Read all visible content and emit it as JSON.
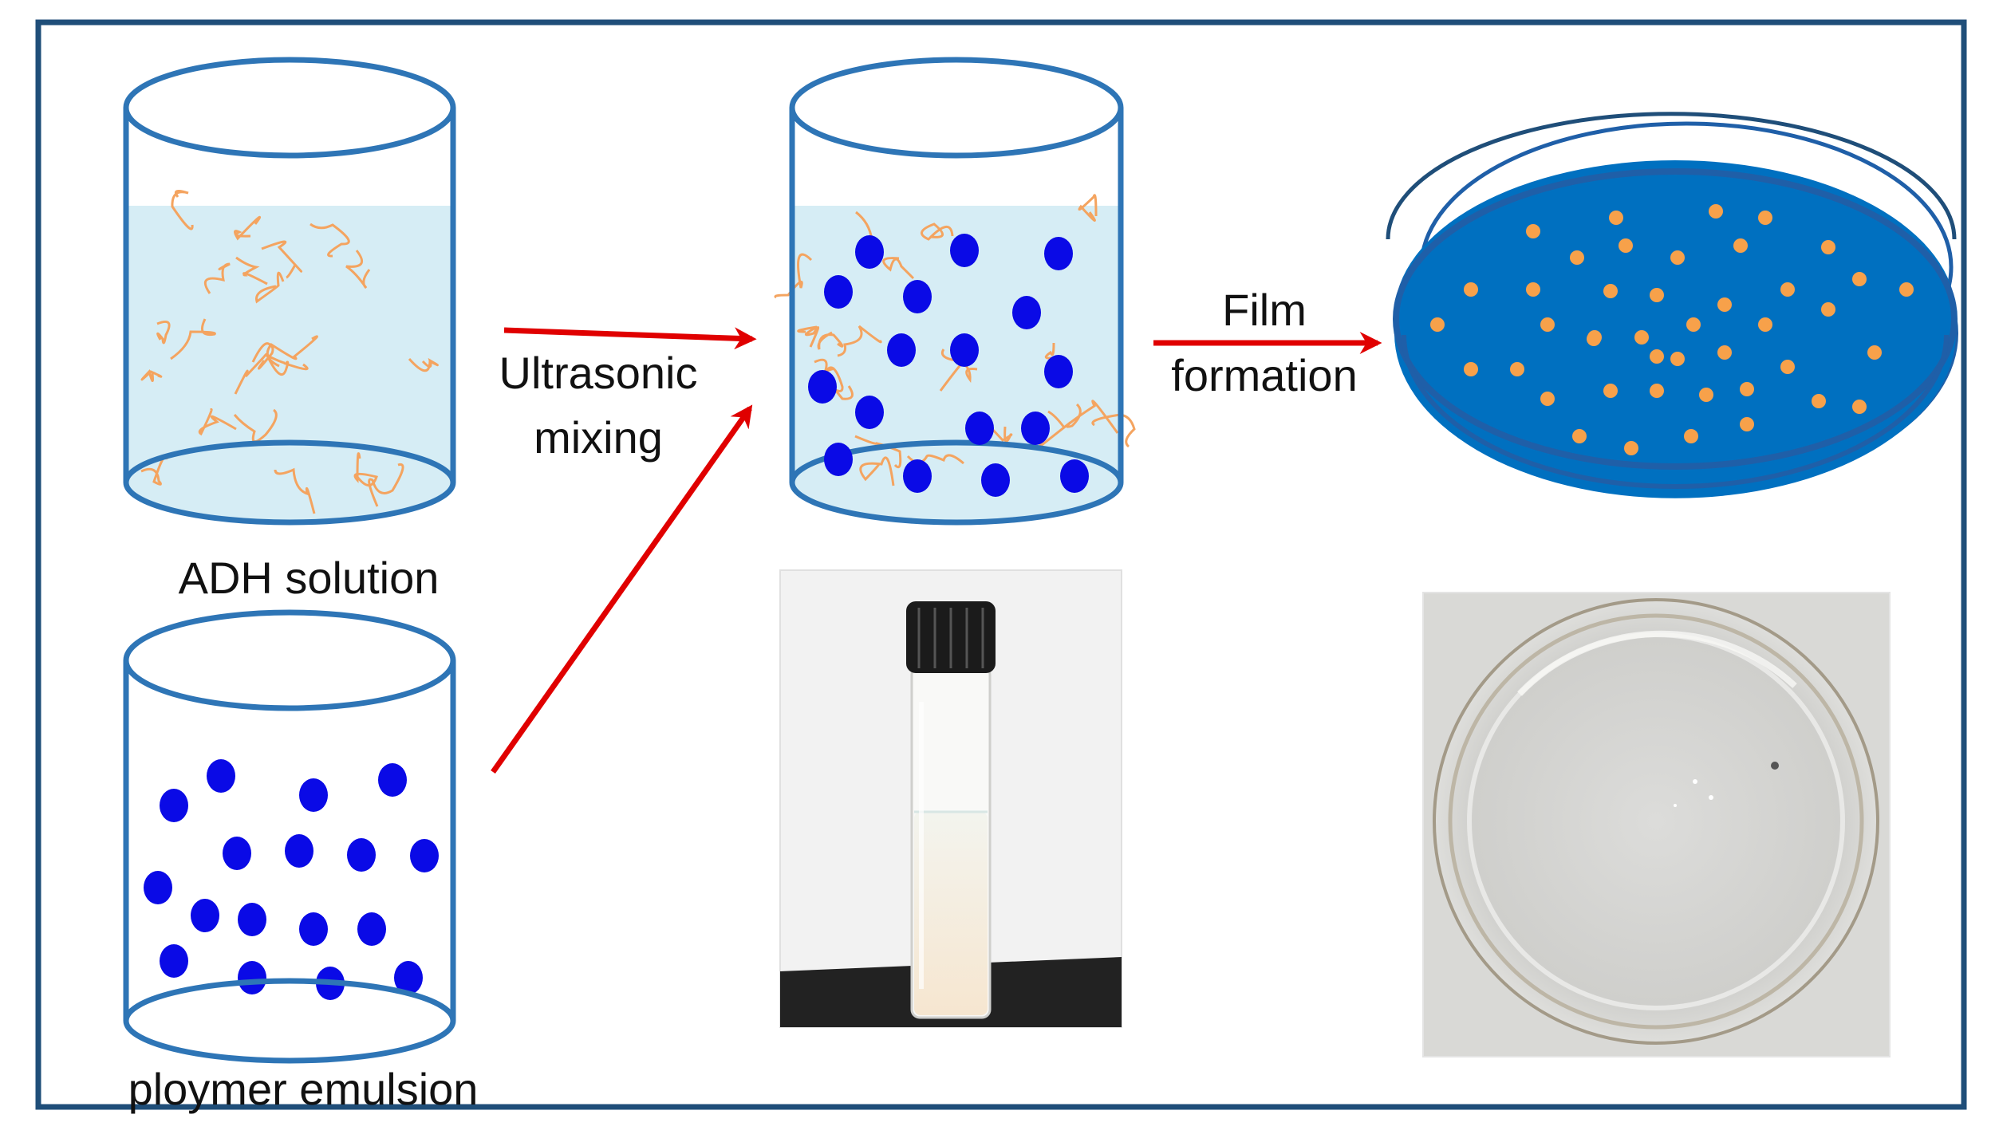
{
  "colors": {
    "frame": "#1f4e79",
    "beaker_outline": "#2e75b6",
    "solution_fill": "#d6edf5",
    "chain": "#f4a460",
    "particle": "#0a0ae6",
    "arrow": "#e00000",
    "dish_fill": "#0070c0",
    "dish_rim": "#1f5fa8",
    "dish_dot": "#f7a14a",
    "photo_bg": "#f2f2f2",
    "dish_photo_bg": "#d9d9d6"
  },
  "labels": {
    "adh_solution": "ADH solution",
    "polymer_emulsion": "ploymer emulsion",
    "ultrasonic_line1": "Ultrasonic",
    "ultrasonic_line2": "mixing",
    "film_line1": "Film",
    "film_line2": "formation"
  },
  "icons": {
    "adh_beaker": "beaker-with-chains-icon",
    "polymer_beaker": "beaker-with-particles-icon",
    "mixed_beaker": "beaker-mixed-icon",
    "film_dish": "petri-dish-film-icon",
    "vial_photo": "vial-photo-icon",
    "dish_photo": "dish-photo-icon"
  }
}
